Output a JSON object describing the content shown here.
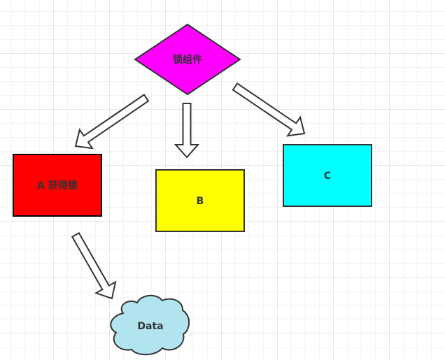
{
  "diagram": {
    "nodes": {
      "lock": {
        "label": "锁组件",
        "shape": "diamond",
        "fill": "#ff00ff",
        "stroke": "#333333"
      },
      "a": {
        "label": "A 获得锁",
        "shape": "rect",
        "fill": "#ff0000",
        "stroke": "#000000"
      },
      "b": {
        "label": "B",
        "shape": "rect",
        "fill": "#ffff00",
        "stroke": "#333333"
      },
      "c": {
        "label": "C",
        "shape": "rect",
        "fill": "#00ffff",
        "stroke": "#333333"
      },
      "data": {
        "label": "Data",
        "shape": "cloud",
        "fill": "#b1e4ef",
        "stroke": "#333333"
      }
    },
    "edges": [
      {
        "from": "lock",
        "to": "a",
        "style": "hollow-block-arrow"
      },
      {
        "from": "lock",
        "to": "b",
        "style": "hollow-block-arrow"
      },
      {
        "from": "lock",
        "to": "c",
        "style": "hollow-block-arrow"
      },
      {
        "from": "a",
        "to": "data",
        "style": "hollow-block-arrow"
      }
    ]
  }
}
